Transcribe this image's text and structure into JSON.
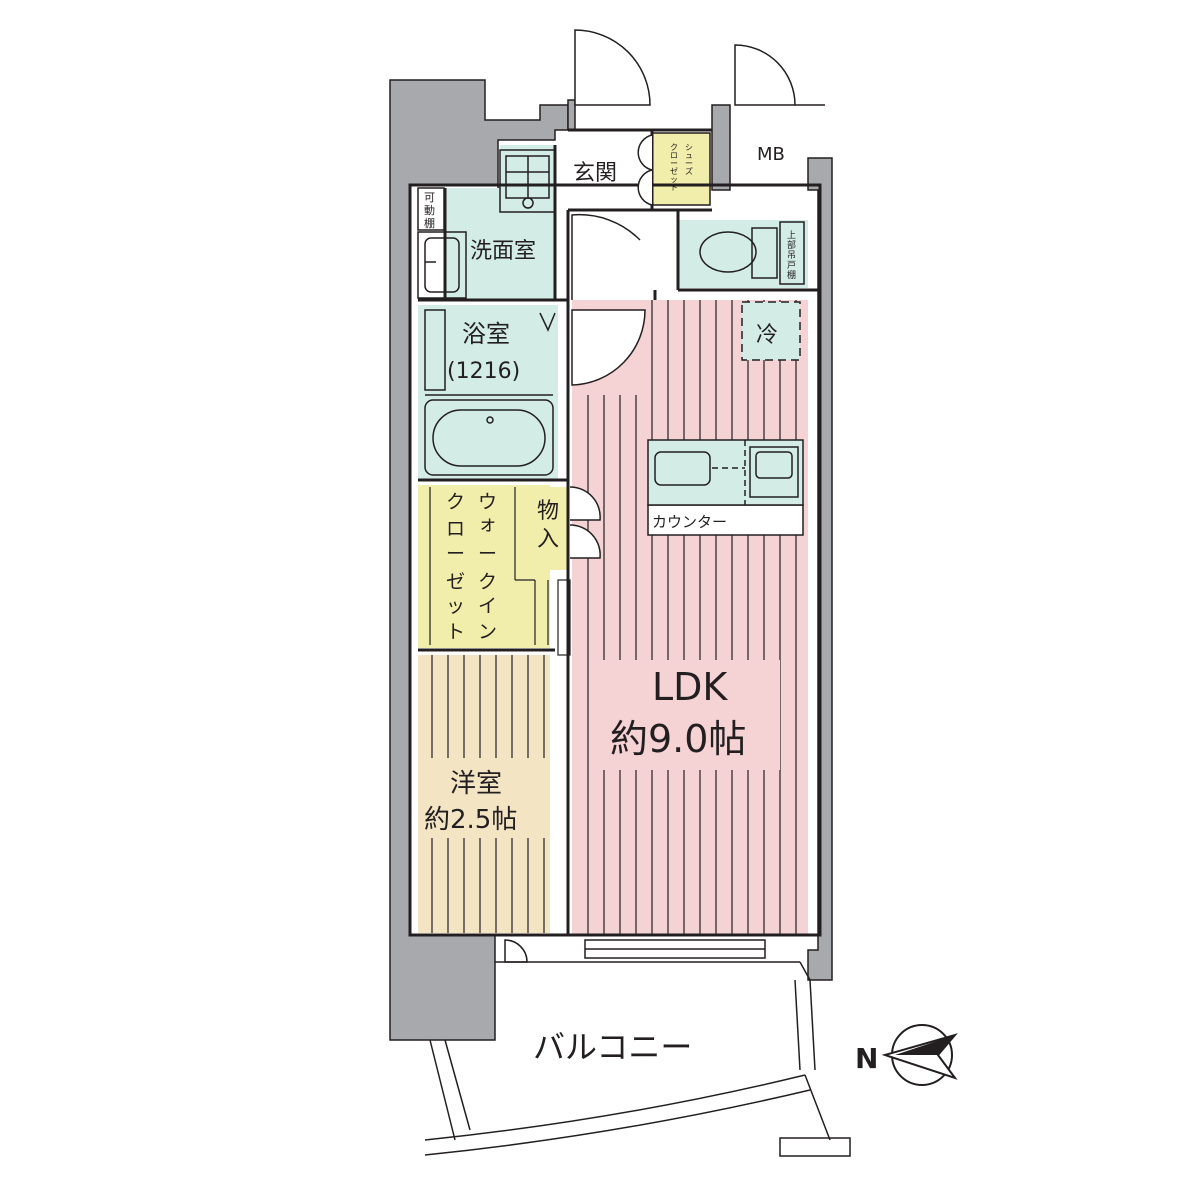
{
  "rooms": {
    "entrance": "玄関",
    "shoe_closet": [
      "シ",
      "ュ",
      "ー",
      "ズ",
      "ク",
      "ロ",
      "ー",
      "ゼ",
      "ッ",
      "ト"
    ],
    "mb": "MB",
    "movable_shelf": [
      "可",
      "動",
      "棚"
    ],
    "washroom": "洗面室",
    "upper_cabinet": [
      "上",
      "部",
      "吊",
      "戸",
      "棚"
    ],
    "bathroom": "浴室",
    "bathroom_size": "(1216)",
    "fridge": "冷",
    "storage": [
      "物",
      "入"
    ],
    "counter": "カウンター",
    "walkin_closet_col1": [
      "ウ",
      "ォ",
      "ー",
      "ク",
      "イ",
      "ン"
    ],
    "walkin_closet_col2": [
      "ク",
      "ロ",
      "ー",
      "ゼ",
      "ッ",
      "ト"
    ],
    "ldk_name": "LDK",
    "ldk_size": "約9.0帖",
    "western_name": "洋室",
    "western_size": "約2.5帖",
    "balcony": "バルコニー"
  },
  "compass": {
    "label": "N"
  },
  "colors": {
    "wall": "#a7a9ac",
    "wet_area": "#d3ece6",
    "closet": "#f1edaa",
    "ldk_floor": "#f5d3d5",
    "western_floor": "#f3e4c4",
    "outline": "#231f20"
  }
}
